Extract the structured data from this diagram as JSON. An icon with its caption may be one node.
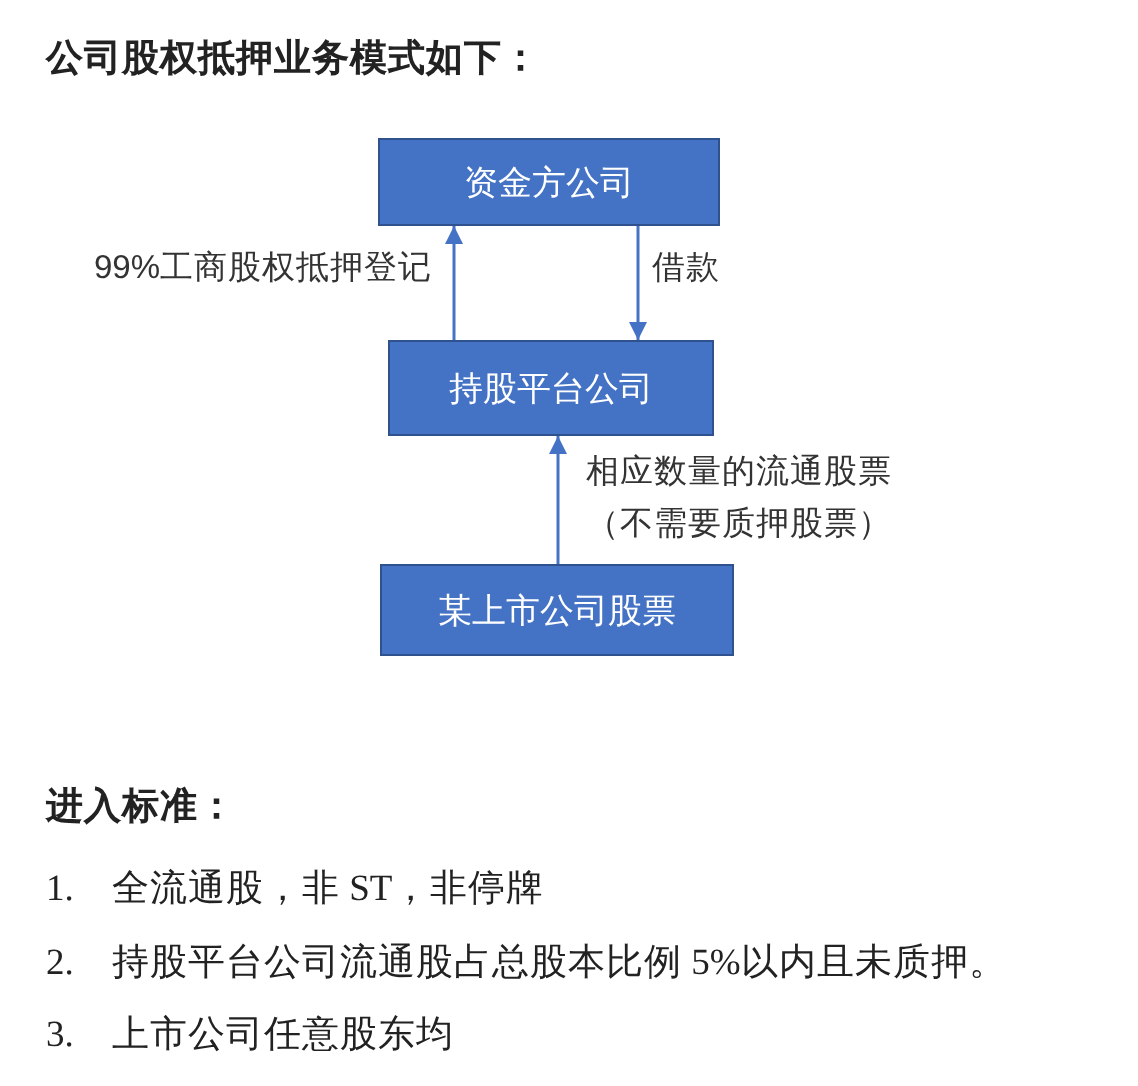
{
  "diagram": {
    "title": "公司股权抵押业务模式如下：",
    "nodes": [
      {
        "text": [
          "资金方公司"
        ]
      },
      {
        "text": [
          "持股平台公司"
        ]
      },
      {
        "text": [
          "某上市公司股票"
        ]
      }
    ],
    "edges": [
      {
        "from": 1,
        "to": 0,
        "arrow": "to",
        "label": "99%工商股权抵押登记"
      },
      {
        "from": 0,
        "to": 1,
        "arrow": "to",
        "label": "借款"
      },
      {
        "from": 2,
        "to": 1,
        "arrow": "to",
        "label": "相应数量的流通股票（不需要质押股票）"
      }
    ],
    "labels": [
      "进入标准：",
      "1.",
      "全流通股，非 ST，非停牌",
      "2.",
      "持股平台公司流通股占总股本比例 5%以内且未质押。",
      "3.",
      "上市公司任意股东均"
    ]
  }
}
